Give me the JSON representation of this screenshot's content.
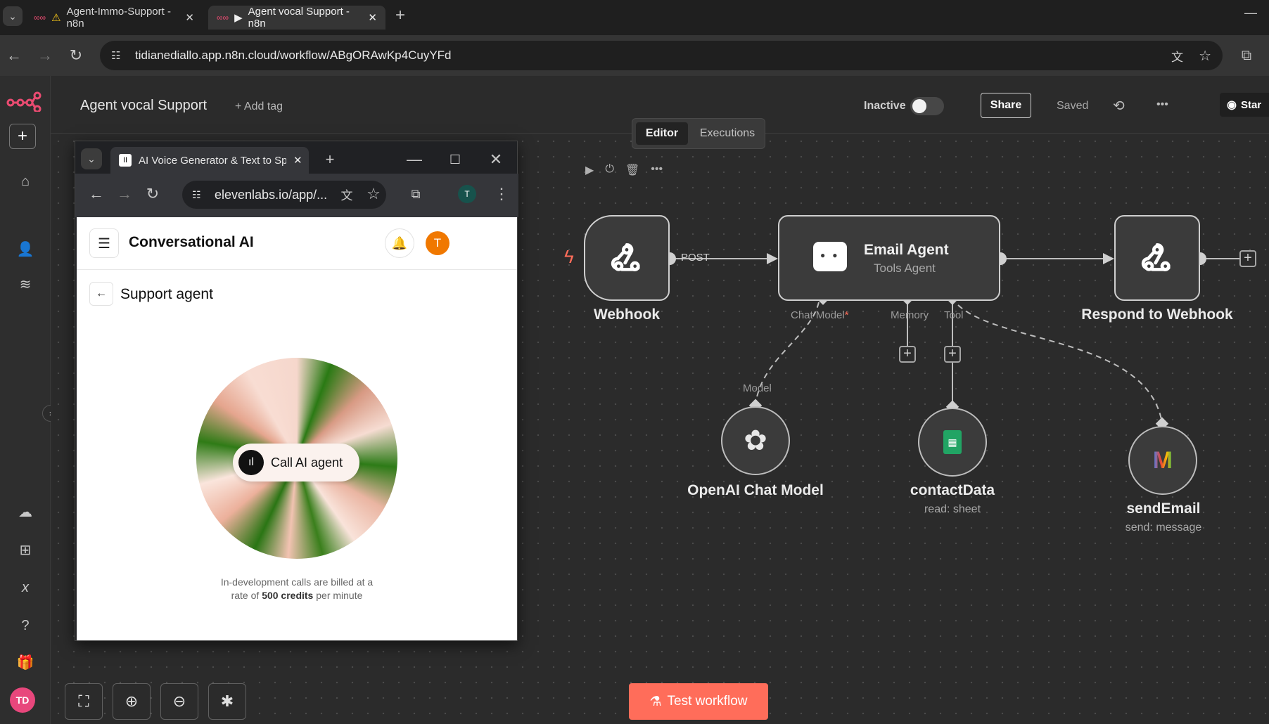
{
  "browser": {
    "tabs": [
      {
        "title": "Agent-Immo-Support - n8n",
        "warning": true
      },
      {
        "title": "Agent vocal Support - n8n",
        "playing": true
      }
    ],
    "url": "tidianediallo.app.n8n.cloud/workflow/ABgORAwKp4CuyYFd"
  },
  "header": {
    "workflow_name": "Agent vocal Support",
    "add_tag": "+ Add tag",
    "status_label": "Inactive",
    "share_label": "Share",
    "saved_label": "Saved",
    "more": "•••",
    "star_label": "Star"
  },
  "tabs": {
    "editor": "Editor",
    "executions": "Executions"
  },
  "nodes": {
    "webhook": {
      "label": "Webhook",
      "method": "POST"
    },
    "agent": {
      "title": "Email Agent",
      "subtitle": "Tools Agent",
      "ports": {
        "chat_model": "Chat Model",
        "required_mark": "*",
        "memory": "Memory",
        "tool": "Tool"
      }
    },
    "respond": {
      "label": "Respond to Webhook"
    },
    "openai": {
      "label": "OpenAI Chat Model",
      "port": "Model"
    },
    "contact": {
      "label": "contactData",
      "sub": "read: sheet"
    },
    "send": {
      "label": "sendEmail",
      "sub": "send: message"
    }
  },
  "popup": {
    "tab_title": "AI Voice Generator & Text to Sp",
    "url": "elevenlabs.io/app/...",
    "avatar_letter": "T",
    "page_title": "Conversational AI",
    "user_initial": "T",
    "agent_title": "Support agent",
    "call_label": "Call AI agent",
    "billing_text_1": "In-development calls are billed at a",
    "billing_text_2a": "rate of ",
    "billing_credits": "500 credits",
    "billing_text_2b": " per minute"
  },
  "footer": {
    "test_workflow": "Test workflow"
  },
  "user": {
    "initials": "TD"
  },
  "colors": {
    "accent": "#ff6d5a",
    "brand": "#ea4b71",
    "node_border": "#cfcfcf"
  }
}
